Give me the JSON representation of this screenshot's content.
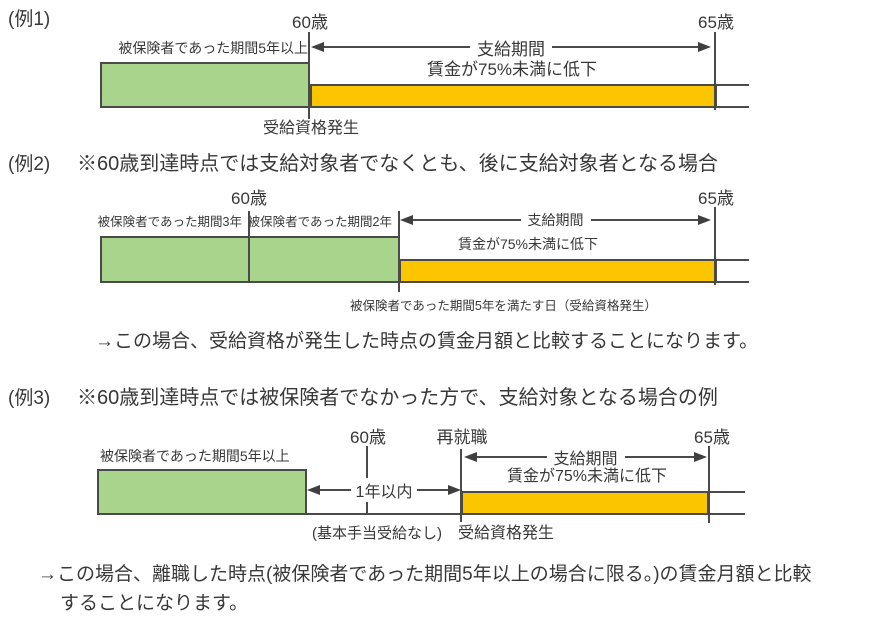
{
  "colors": {
    "insured_bar_green": "#A8D48C",
    "payment_bar_gold": "#FBC500",
    "line": "#4A4A4A",
    "text": "#383838"
  },
  "ex1": {
    "section_label": "(例1)",
    "age60": "60歳",
    "age65": "65歳",
    "bar_label": "被保険者であった期間5年以上",
    "period": "支給期間",
    "wage": "賃金が75%未満に低下",
    "eligibility": "受給資格発生"
  },
  "ex2": {
    "section_label": "(例2)",
    "heading": "※60歳到達時点では支給対象者でなくとも、後に支給対象者となる場合",
    "age60": "60歳",
    "age65": "65歳",
    "bar_label_left": "被保険者であった期間3年",
    "bar_label_right": "被保険者であった期間2年",
    "period": "支給期間",
    "wage": "賃金が75%未満に低下",
    "below_label": "被保険者であった期間5年を満たす日（受給資格発生）",
    "note": "→この場合、受給資格が発生した時点の賃金月額と比較することになります。"
  },
  "ex3": {
    "section_label": "(例3)",
    "heading": "※60歳到達時点では被保険者でなかった方で、支給対象となる場合の例",
    "age60": "60歳",
    "age65": "65歳",
    "reemployment": "再就職",
    "bar_label": "被保険者であった期間5年以上",
    "one_year": "1年以内",
    "no_basic_allowance": "(基本手当受給なし)",
    "period": "支給期間",
    "wage": "賃金が75%未満に低下",
    "eligibility": "受給資格発生",
    "note_line1": "→この場合、離職した時点(被保険者であった期間5年以上の場合に限る。)の賃金月額と比較",
    "note_line2": "することになります。"
  }
}
